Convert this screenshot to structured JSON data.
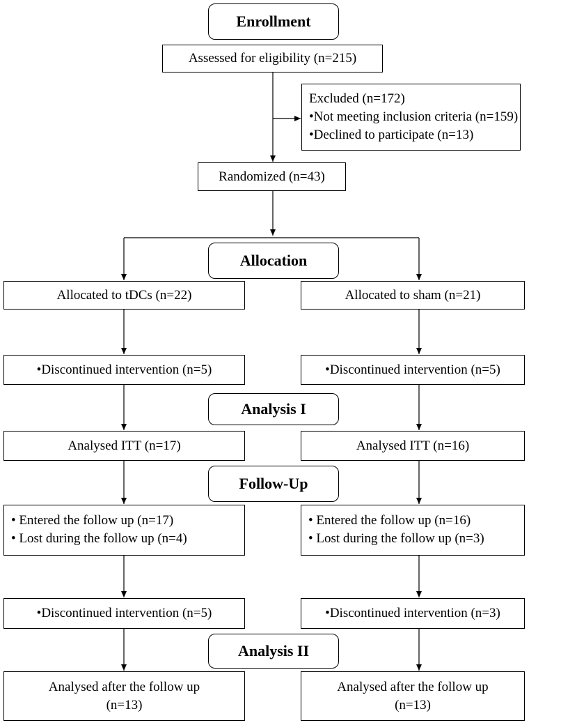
{
  "stages": {
    "enrollment": "Enrollment",
    "allocation": "Allocation",
    "analysis_1": "Analysis I",
    "follow_up": "Follow-Up",
    "analysis_2": "Analysis II"
  },
  "assessed": "Assessed for eligibility (n=215)",
  "excluded": {
    "title": "Excluded (n=172)",
    "items": [
      "•Not meeting inclusion criteria (n=159)",
      "•Declined to participate (n=13)"
    ]
  },
  "randomized": "Randomized (n=43)",
  "left_arm": {
    "allocated": "Allocated to tDCs (n=22)",
    "discontinued_1": "•Discontinued intervention (n=5)",
    "analysed_itt": "Analysed ITT (n=17)",
    "follow_up_items": [
      "• Entered the follow up (n=17)",
      "• Lost during the follow up (n=4)"
    ],
    "discontinued_2": "•Discontinued intervention (n=5)",
    "analysed_after": [
      "Analysed after the follow up",
      "(n=13)"
    ]
  },
  "right_arm": {
    "allocated": "Allocated to sham (n=21)",
    "discontinued_1": "•Discontinued intervention (n=5)",
    "analysed_itt": "Analysed ITT (n=16)",
    "follow_up_items": [
      "• Entered the follow up (n=16)",
      "• Lost during the follow up (n=3)"
    ],
    "discontinued_2": "•Discontinued intervention (n=3)",
    "analysed_after": [
      "Analysed after the follow up",
      "(n=13)"
    ]
  }
}
